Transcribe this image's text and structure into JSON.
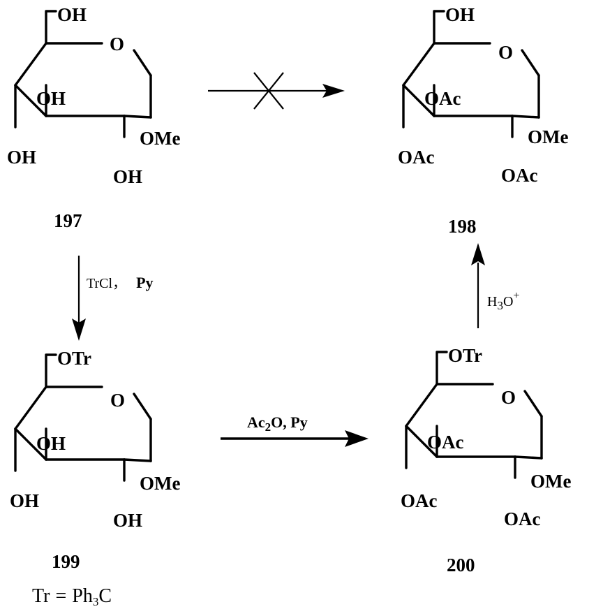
{
  "compounds": [
    {
      "id": "197",
      "label": "197",
      "groups": {
        "c6": "OH",
        "ring_o": "O",
        "c4": "OH",
        "c3": "OH",
        "c2": "OH",
        "c1": "OMe"
      }
    },
    {
      "id": "198",
      "label": "198",
      "groups": {
        "c6": "OH",
        "ring_o": "O",
        "c4": "OAc",
        "c3": "OAc",
        "c2": "OAc",
        "c1": "OMe"
      }
    },
    {
      "id": "199",
      "label": "199",
      "groups": {
        "c6": "OTr",
        "ring_o": "O",
        "c4": "OH",
        "c3": "OH",
        "c2": "OH",
        "c1": "OMe"
      }
    },
    {
      "id": "200",
      "label": "200",
      "groups": {
        "c6": "OTr",
        "ring_o": "O",
        "c4": "OAc",
        "c3": "OAc",
        "c2": "OAc",
        "c1": "OMe"
      }
    }
  ],
  "reactions": {
    "blocked": {
      "from": "197",
      "to": "198"
    },
    "tritylation": {
      "from": "197",
      "to": "199",
      "reagent_a": "TrCl",
      "separator": "，",
      "reagent_b": "Py"
    },
    "acetylation": {
      "from": "199",
      "to": "200",
      "reagent_a": "Ac",
      "reagent_a_sub": "2",
      "reagent_a_tail": "O, Py"
    },
    "hydrolysis": {
      "from": "200",
      "to": "198",
      "reagent_a": "H",
      "reagent_a_sub": "3",
      "reagent_a_tail": "O",
      "reagent_a_sup": "+"
    }
  },
  "footnote": {
    "lhs": "Tr",
    "eq": "=",
    "rhs_a": "Ph",
    "rhs_sub": "3",
    "rhs_b": "C"
  }
}
